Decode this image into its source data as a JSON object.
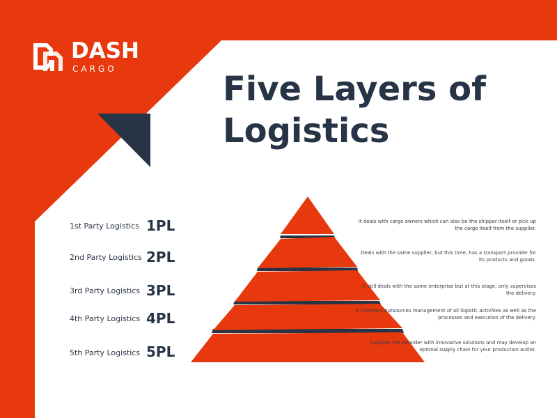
{
  "brand": {
    "name": "DASH",
    "sub": "CARGO",
    "logo_icon": "dash-cargo-logo-icon"
  },
  "title": {
    "line1": "Five Layers of",
    "line2": "Logistics"
  },
  "colors": {
    "accent": "#e8380d",
    "navy": "#263445",
    "background": "#ffffff"
  },
  "layers": [
    {
      "label": "1st Party Logistics",
      "code": "1PL",
      "description": "It deals with cargo owners which can also be the shipper itself or pick up the cargo itself from the supplier."
    },
    {
      "label": "2nd Party Logistics",
      "code": "2PL",
      "description": "Deals with the same supplier, but this time, has a transport provider for its products and goods."
    },
    {
      "label": "3rd Party Logistics",
      "code": "3PL",
      "description": "It still deals with the same enterprise but at this stage, only supervises the delivery."
    },
    {
      "label": "4th Party Logistics",
      "code": "4PL",
      "description": "A company outsources management of all logistic activities as well as the processes and execution of the delivery."
    },
    {
      "label": "5th Party Logistics",
      "code": "5PL",
      "description": "Supplies the provider with innovative solutions and may develop an optimal supply chain for your production outlet."
    }
  ]
}
